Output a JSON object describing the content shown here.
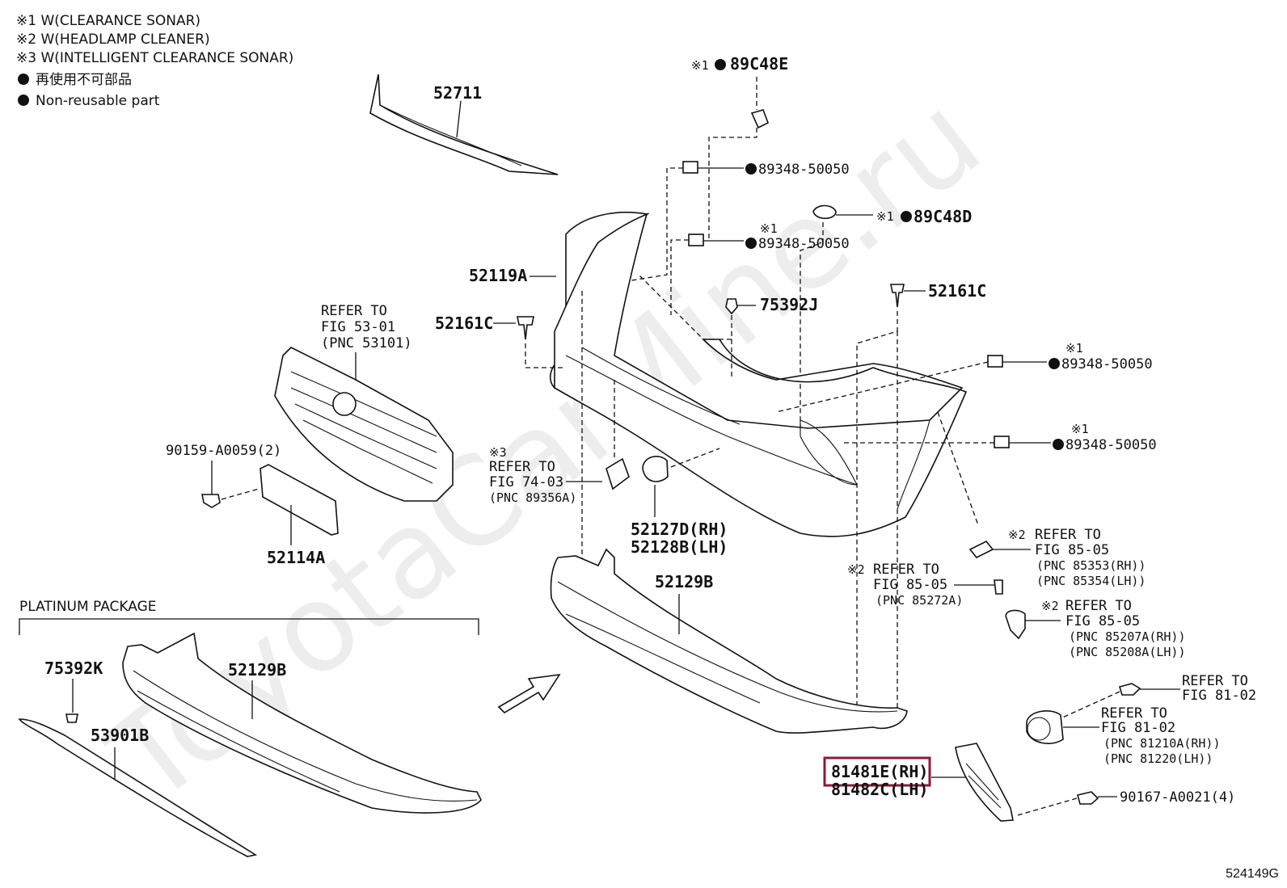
{
  "legend": {
    "note1": "※1 W(CLEARANCE SONAR)",
    "note2": "※2 W(HEADLAMP CLEANER)",
    "note3": "※3 W(INTELLIGENT CLEARANCE SONAR)",
    "nonreusable_jp": "再使用不可部品",
    "nonreusable_en": "Non-reusable part"
  },
  "watermark": "ToyotaCarMine.ru",
  "diagram_id": "524149G",
  "labels": {
    "p52711": "52711",
    "p89c48e": "89C48E",
    "p89c48e_mark": "※1",
    "p89348_a": "89348-50050",
    "p89348_b": "89348-50050",
    "p89348_b_mark": "※1",
    "p89c48d": "89C48D",
    "p89c48d_mark": "※1",
    "p52119a": "52119A",
    "p52161c_l": "52161C",
    "p52161c_r": "52161C",
    "p75392j": "75392J",
    "grille_ref_1": "REFER TO",
    "grille_ref_2": "FIG 53-01",
    "grille_ref_3": "(PNC 53101)",
    "p89348_c": "89348-50050",
    "p89348_c_mark": "※1",
    "p89348_d": "89348-50050",
    "p89348_d_mark": "※1",
    "p90159": "90159-A0059(2)",
    "p52114a": "52114A",
    "sonar_mark": "※3",
    "sonar_ref_1": "REFER TO",
    "sonar_ref_2": "FIG 74-03",
    "sonar_ref_3": "(PNC 89356A)",
    "p52127d": "52127D(RH)",
    "p52128b": "52128B(LH)",
    "hc1_mark": "※2",
    "hc1_ref_1": "REFER TO",
    "hc1_ref_2": "FIG 85-05",
    "hc1_ref_3": "(PNC 85353(RH))",
    "hc1_ref_4": "(PNC 85354(LH))",
    "hc2_mark": "※2",
    "hc2_ref_1": "REFER TO",
    "hc2_ref_2": "FIG 85-05",
    "hc2_ref_3": "(PNC 85272A)",
    "hc3_mark": "※2",
    "hc3_ref_1": "REFER TO",
    "hc3_ref_2": "FIG 85-05",
    "hc3_ref_3": "(PNC 85207A(RH))",
    "hc3_ref_4": "(PNC 85208A(LH))",
    "platinum": "PLATINUM PACKAGE",
    "p52129b_main": "52129B",
    "p52129b_plat": "52129B",
    "p75392k": "75392K",
    "p53901b": "53901B",
    "fog_ref1_1": "REFER TO",
    "fog_ref1_2": "FIG 81-02",
    "fog_ref2_1": "REFER TO",
    "fog_ref2_2": "FIG 81-02",
    "fog_ref2_3": "(PNC 81210A(RH))",
    "fog_ref2_4": "(PNC 81220(LH))",
    "p81481e": "81481E(RH)",
    "p81482c": "81482C(LH)",
    "p90167": "90167-A0021(4)"
  },
  "highlight": {
    "target": "81481E(RH)",
    "color": "#8b1a3a"
  }
}
